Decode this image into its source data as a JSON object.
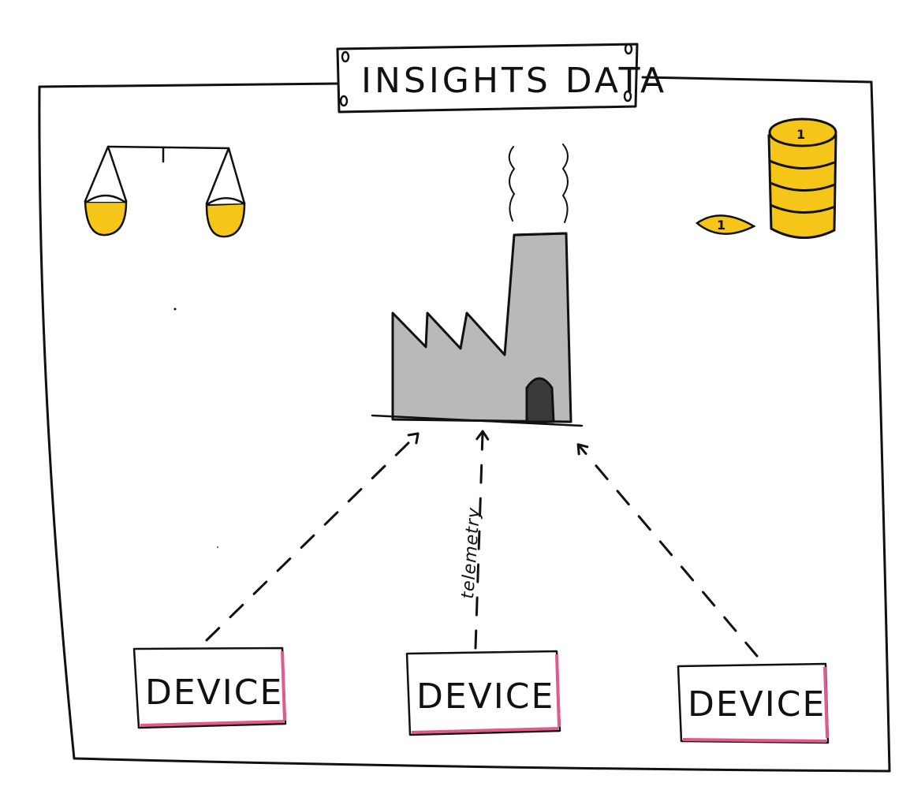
{
  "title": "INSIGHTS DATA",
  "edge_label": "telemetry",
  "devices": [
    {
      "label": "DEVICE"
    },
    {
      "label": "DEVICE"
    },
    {
      "label": "DEVICE"
    }
  ],
  "coin_value": "1",
  "icons": [
    "scales-icon",
    "factory-icon",
    "coin-stack-icon",
    "coin-icon"
  ],
  "colors": {
    "ink": "#111111",
    "gold": "#f5c518",
    "factory": "#b9b9b9",
    "door": "#3a3a3a",
    "device_underline": "#e05a8c"
  }
}
